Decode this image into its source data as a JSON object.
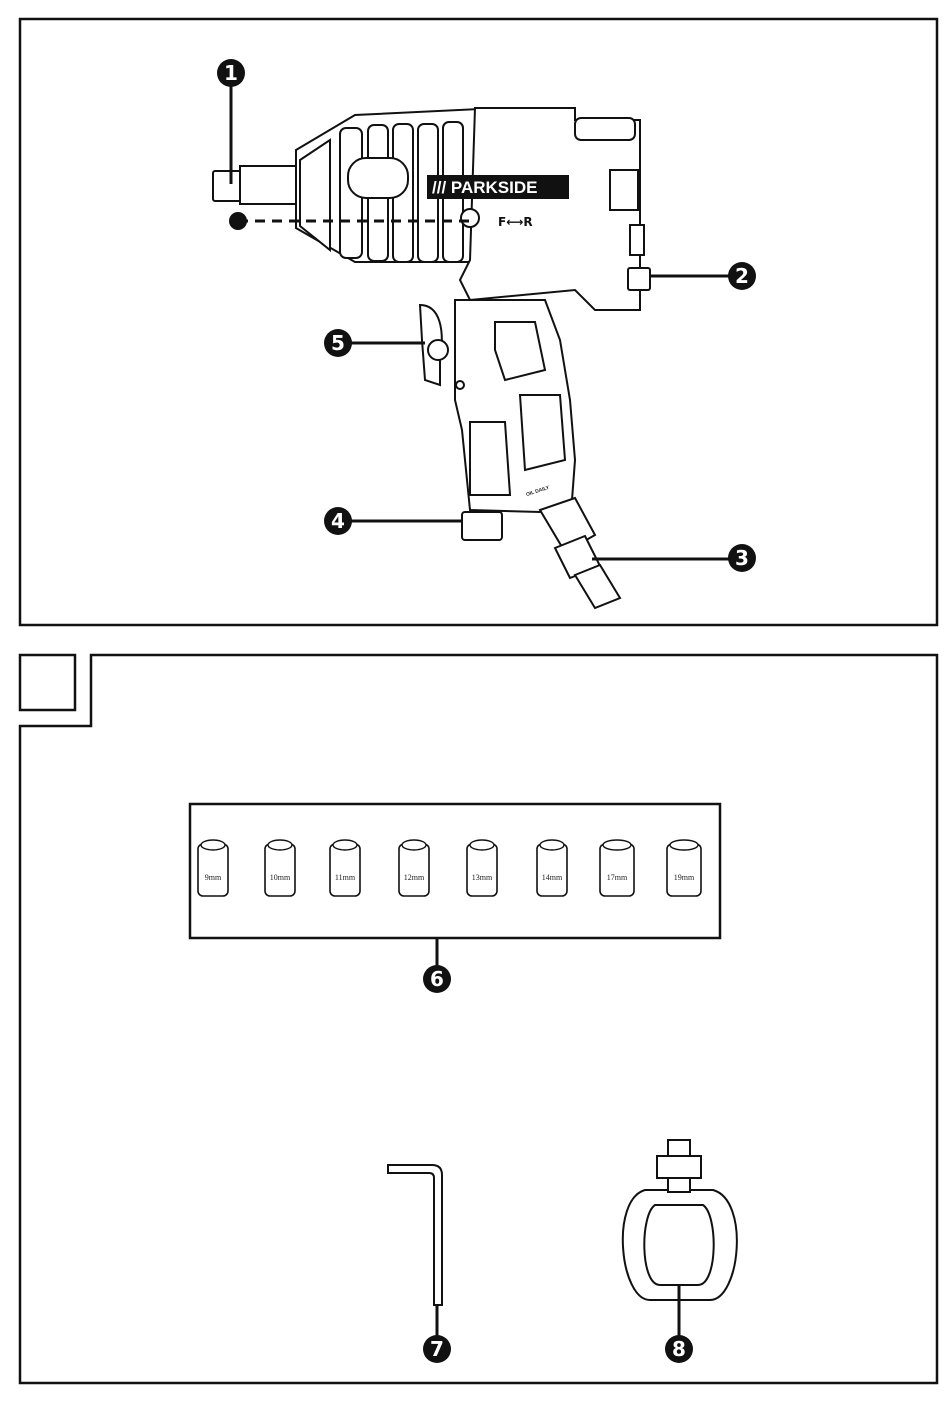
{
  "tool": {
    "brand": "/// PARKSIDE",
    "direction_label": "F⟷R",
    "oil_label": "OIL DAILY"
  },
  "callouts": [
    "1",
    "2",
    "3",
    "4",
    "5",
    "6",
    "7",
    "8"
  ],
  "sockets": [
    "9mm",
    "10mm",
    "11mm",
    "12mm",
    "13mm",
    "14mm",
    "17mm",
    "19mm"
  ]
}
